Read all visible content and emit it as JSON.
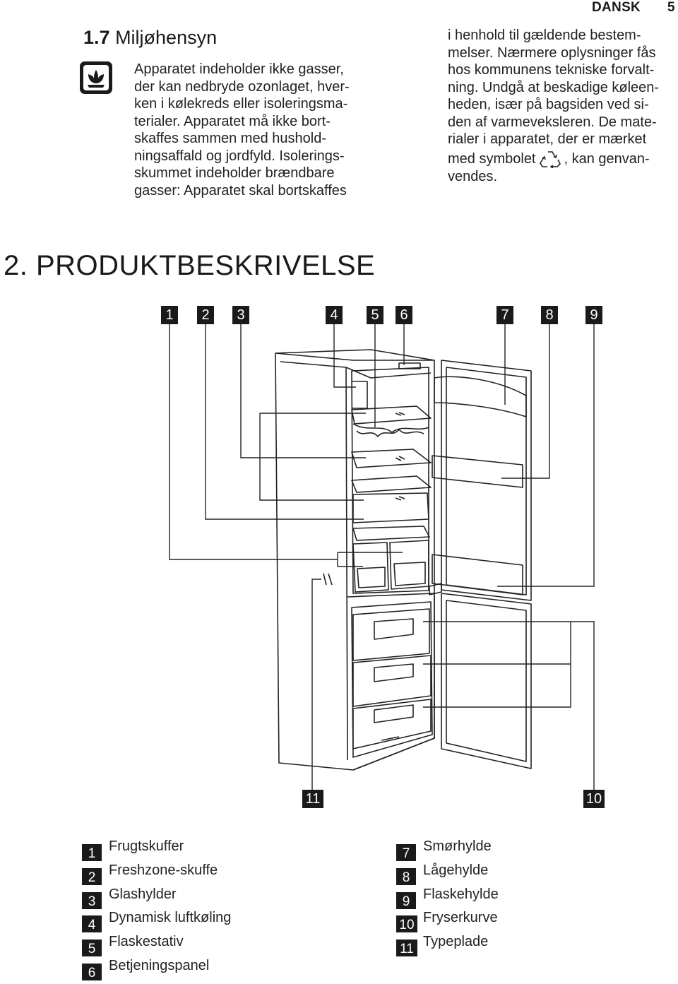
{
  "header": {
    "language": "DANSK",
    "page_number": "5"
  },
  "section_1_7": {
    "number": "1.7",
    "title": "Miljøhensyn",
    "icon": "eco-flower-icon",
    "left_lines": [
      "Apparatet indeholder ikke gasser,",
      "der kan nedbryde ozonlaget, hver-",
      "ken i kølekreds eller isoleringsma-",
      "terialer. Apparatet må ikke bort-",
      "skaffes sammen med hushold-",
      "ningsaffald og jordfyld. Isolerings-",
      "skummet indeholder brændbare",
      "gasser: Apparatet skal bortskaffes"
    ],
    "right_lines": [
      "i henhold til gældende bestem-",
      "melser. Nærmere oplysninger fås",
      "hos kommunens tekniske forvalt-",
      "ning. Undgå at beskadige køleen-",
      "heden, især på bagsiden ved si-",
      "den af varmeveksleren. De mate-",
      "rialer i apparatet, der er mærket"
    ],
    "symbol_line_before": "med symbolet",
    "symbol_icon": "recycle-icon",
    "symbol_line_after": ", kan genvan-",
    "last_line": "vendes."
  },
  "section_2": {
    "title": "2. PRODUKTBESKRIVELSE"
  },
  "diagram": {
    "callouts_top": [
      "1",
      "2",
      "3",
      "4",
      "5",
      "6",
      "7",
      "8",
      "9"
    ],
    "callouts_bottom": [
      "11",
      "10"
    ]
  },
  "legend": {
    "left": [
      {
        "num": "1",
        "label": "Frugtskuffer"
      },
      {
        "num": "2",
        "label": "Freshzone-skuffe"
      },
      {
        "num": "3",
        "label": "Glashylder"
      },
      {
        "num": "4",
        "label": "Dynamisk luftkøling"
      },
      {
        "num": "5",
        "label": "Flaskestativ"
      },
      {
        "num": "6",
        "label": "Betjeningspanel"
      }
    ],
    "right": [
      {
        "num": "7",
        "label": "Smørhylde"
      },
      {
        "num": "8",
        "label": "Lågehylde"
      },
      {
        "num": "9",
        "label": "Flaskehylde"
      },
      {
        "num": "10",
        "label": "Fryserkurve"
      },
      {
        "num": "11",
        "label": "Typeplade"
      }
    ]
  }
}
